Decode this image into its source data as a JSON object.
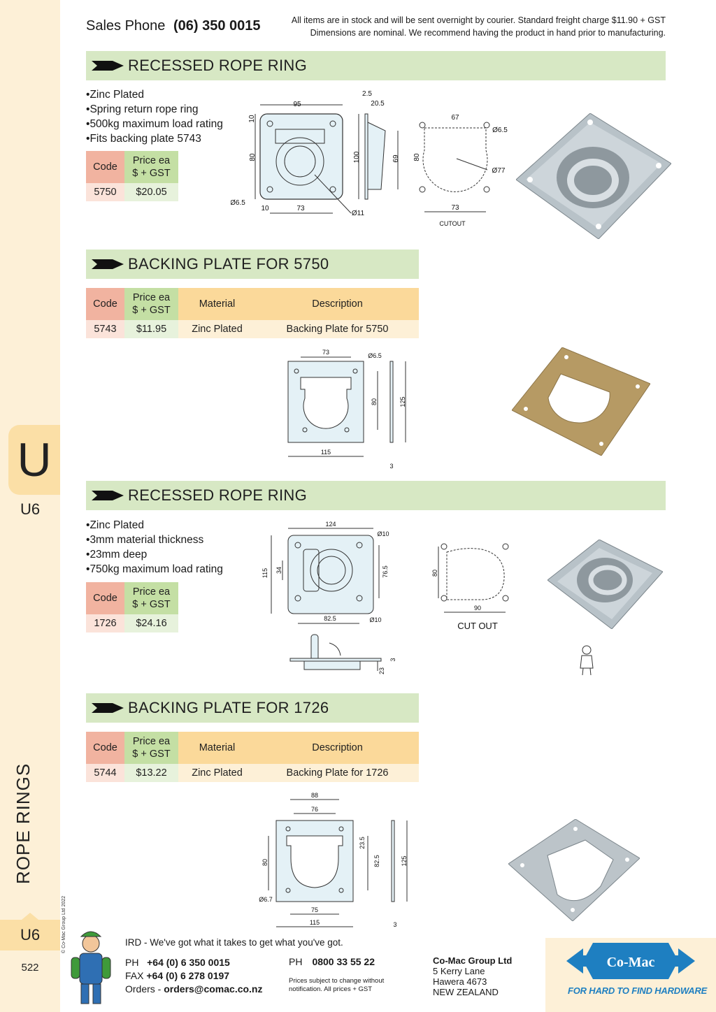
{
  "side": {
    "letter": "U",
    "code_top": "U6",
    "category": "ROPE RINGS",
    "code_bottom": "U6",
    "page_number": "522",
    "copyright": "© Co-Mac Group Ltd 2022"
  },
  "header": {
    "sales_label": "Sales Phone",
    "sales_number": "(06) 350 0015",
    "notice_line1": "All items are in stock and will be sent overnight by courier. Standard freight charge $11.90 + GST",
    "notice_line2": "Dimensions are nominal. We recommend having the product in hand prior to manufacturing."
  },
  "sections": [
    {
      "title": "RECESSED ROPE RING",
      "features": [
        "Zinc Plated",
        "Spring return rope ring",
        "500kg maximum load rating",
        "Fits backing plate 5743"
      ],
      "table": {
        "headers": [
          "Code",
          "Price ea\n$ + GST"
        ],
        "rows": [
          [
            "5750",
            "$20.05"
          ]
        ]
      },
      "drawing_labels": {
        "width": "95",
        "top": "10",
        "height": "80",
        "left": "10",
        "span": "73",
        "hole": "Ø6.5",
        "ring": "Ø11",
        "side_t1": "2.5",
        "side_t2": "20.5",
        "side_h": "100",
        "side_d": "69",
        "cut_top": "67",
        "cut_hole": "Ø6.5",
        "cut_r": "Ø77",
        "cut_h": "80",
        "cut_w": "73",
        "cut_label": "CUTOUT"
      }
    },
    {
      "title": "BACKING PLATE FOR 5750",
      "table": {
        "headers": [
          "Code",
          "Price ea\n$ + GST",
          "Material",
          "Description"
        ],
        "rows": [
          [
            "5743",
            "$11.95",
            "Zinc Plated",
            "Backing Plate for 5750"
          ]
        ]
      },
      "drawing_labels": {
        "top": "73",
        "hole": "Ø6.5",
        "inner_h": "80",
        "outer_h": "125",
        "width": "115",
        "thick": "3"
      }
    },
    {
      "title": "RECESSED ROPE RING",
      "features": [
        "Zinc Plated",
        "3mm material thickness",
        "23mm deep",
        "750kg maximum load rating"
      ],
      "table": {
        "headers": [
          "Code",
          "Price ea\n$ + GST"
        ],
        "rows": [
          [
            "1726",
            "$24.16"
          ]
        ]
      },
      "drawing_labels": {
        "width": "124",
        "hole_top": "Ø10",
        "height": "115",
        "inner": "34",
        "span_v": "76.5",
        "span_h": "82.5",
        "hole_bot": "Ø10",
        "cut_h": "80",
        "cut_w": "90",
        "cut_label": "CUT OUT",
        "depth": "23",
        "thick": "3"
      }
    },
    {
      "title": "BACKING PLATE FOR 1726",
      "table": {
        "headers": [
          "Code",
          "Price ea\n$ + GST",
          "Material",
          "Description"
        ],
        "rows": [
          [
            "5744",
            "$13.22",
            "Zinc Plated",
            "Backing Plate for 1726"
          ]
        ]
      },
      "drawing_labels": {
        "w_outer": "88",
        "w_inner": "76",
        "h_left": "80",
        "h_small": "23.5",
        "h_mid": "82.5",
        "h_outer": "125",
        "hole": "Ø6.7",
        "bottom_in": "75",
        "bottom_out": "115",
        "thick": "3"
      }
    }
  ],
  "footer": {
    "tagline": "IRD - We've got what it takes to get what you've got.",
    "ph_label": "PH",
    "ph_number": "+64 (0) 6 350 0015",
    "fax_label": "FAX",
    "fax_number": "+64 (0) 6 278 0197",
    "orders_label": "Orders -",
    "orders_email": "orders@comac.co.nz",
    "ph2_label": "PH",
    "ph2_number": "0800 33 55 22",
    "disclaimer": "Prices subject to change without notification. All prices + GST",
    "company": "Co-Mac Group Ltd",
    "addr1": "5 Kerry Lane",
    "addr2": "Hawera 4673",
    "addr3": "NEW ZEALAND",
    "logo_text": "Co-Mac",
    "slogan": "FOR HARD TO FIND HARDWARE"
  },
  "colors": {
    "title_bar": "#d7e8c4",
    "code_header": "#f1b3a0",
    "price_header": "#c4dfa4",
    "material_header": "#fbd99a",
    "side_strip": "#fdf0d7",
    "brand_blue": "#1e7fc1"
  }
}
